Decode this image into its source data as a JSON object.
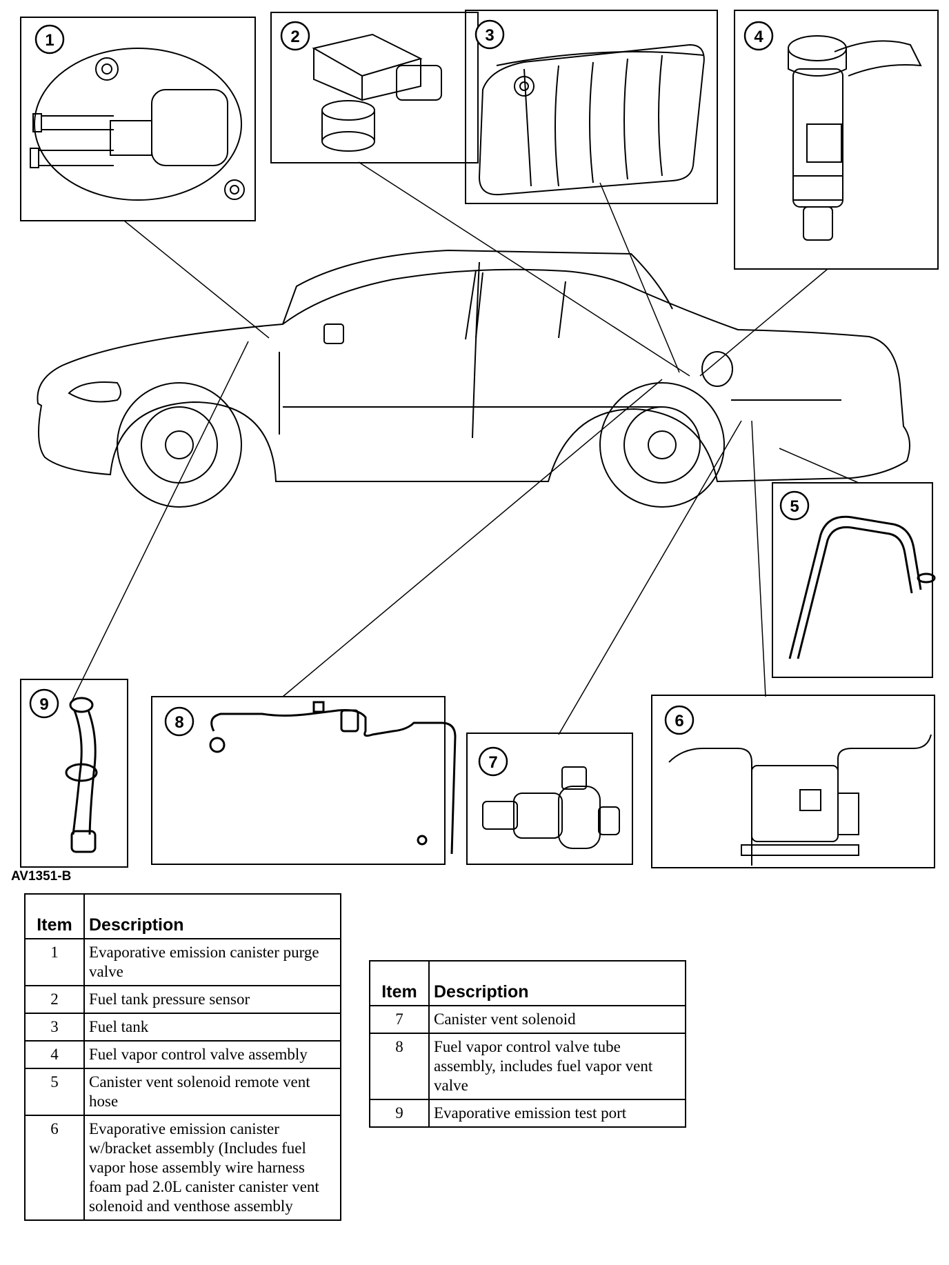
{
  "figure_id": "AV1351-B",
  "callouts": [
    "1",
    "2",
    "3",
    "4",
    "5",
    "6",
    "7",
    "8",
    "9"
  ],
  "legend_left": {
    "header_item": "Item",
    "header_description": "Description",
    "rows": [
      {
        "item": "1",
        "description": "Evaporative emission canister purge valve"
      },
      {
        "item": "2",
        "description": "Fuel tank pressure sensor"
      },
      {
        "item": "3",
        "description": "Fuel tank"
      },
      {
        "item": "4",
        "description": "Fuel vapor control valve assembly"
      },
      {
        "item": "5",
        "description": "Canister vent solenoid remote vent hose"
      },
      {
        "item": "6",
        "description": "Evaporative emission canister w/bracket assembly (Includes fuel vapor hose assembly wire harness foam pad 2.0L canister canister vent solenoid and venthose assembly"
      }
    ]
  },
  "legend_right": {
    "header_item": "Item",
    "header_description": "Description",
    "rows": [
      {
        "item": "7",
        "description": "Canister vent solenoid"
      },
      {
        "item": "8",
        "description": "Fuel vapor control valve tube assembly, includes fuel vapor vent valve"
      },
      {
        "item": "9",
        "description": "Evaporative emission test port"
      }
    ]
  }
}
